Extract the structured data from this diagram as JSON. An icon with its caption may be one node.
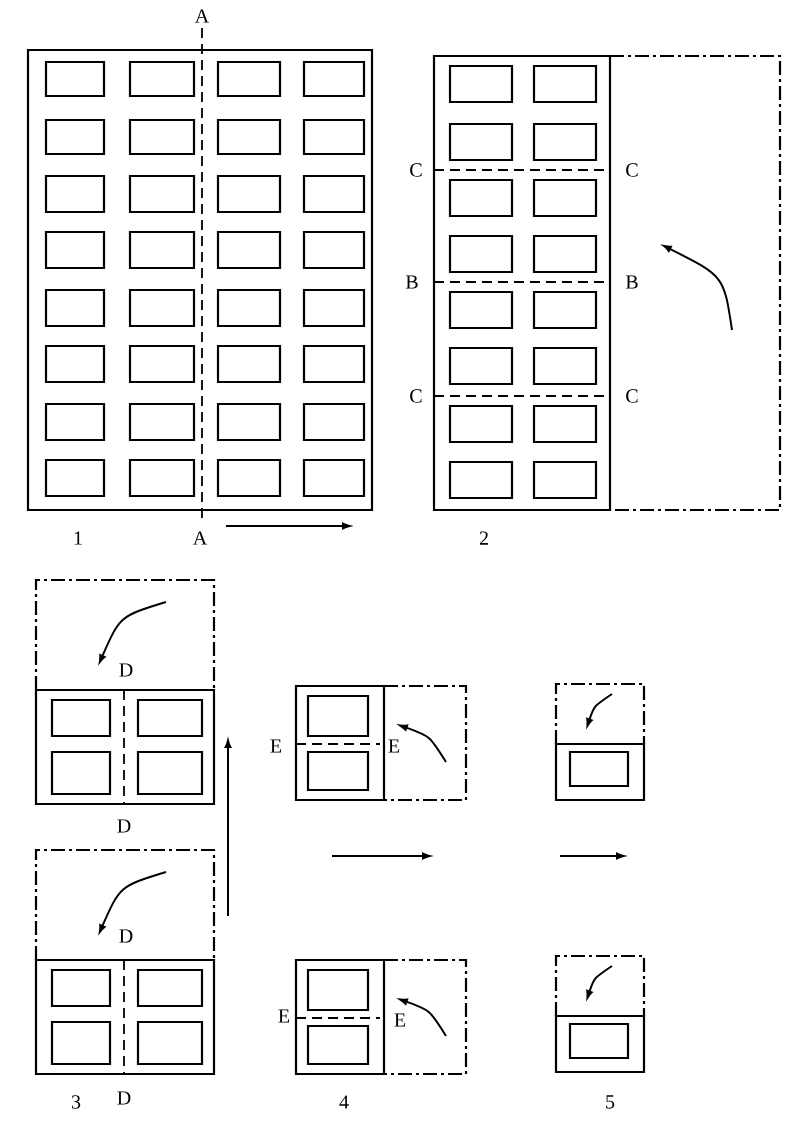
{
  "diagram": {
    "labels": [
      "A",
      "1",
      "A",
      "C",
      "C",
      "B",
      "B",
      "C",
      "C",
      "2",
      "D",
      "D",
      "D",
      "3",
      "D",
      "E",
      "E",
      "E",
      "E",
      "4",
      "5"
    ]
  }
}
